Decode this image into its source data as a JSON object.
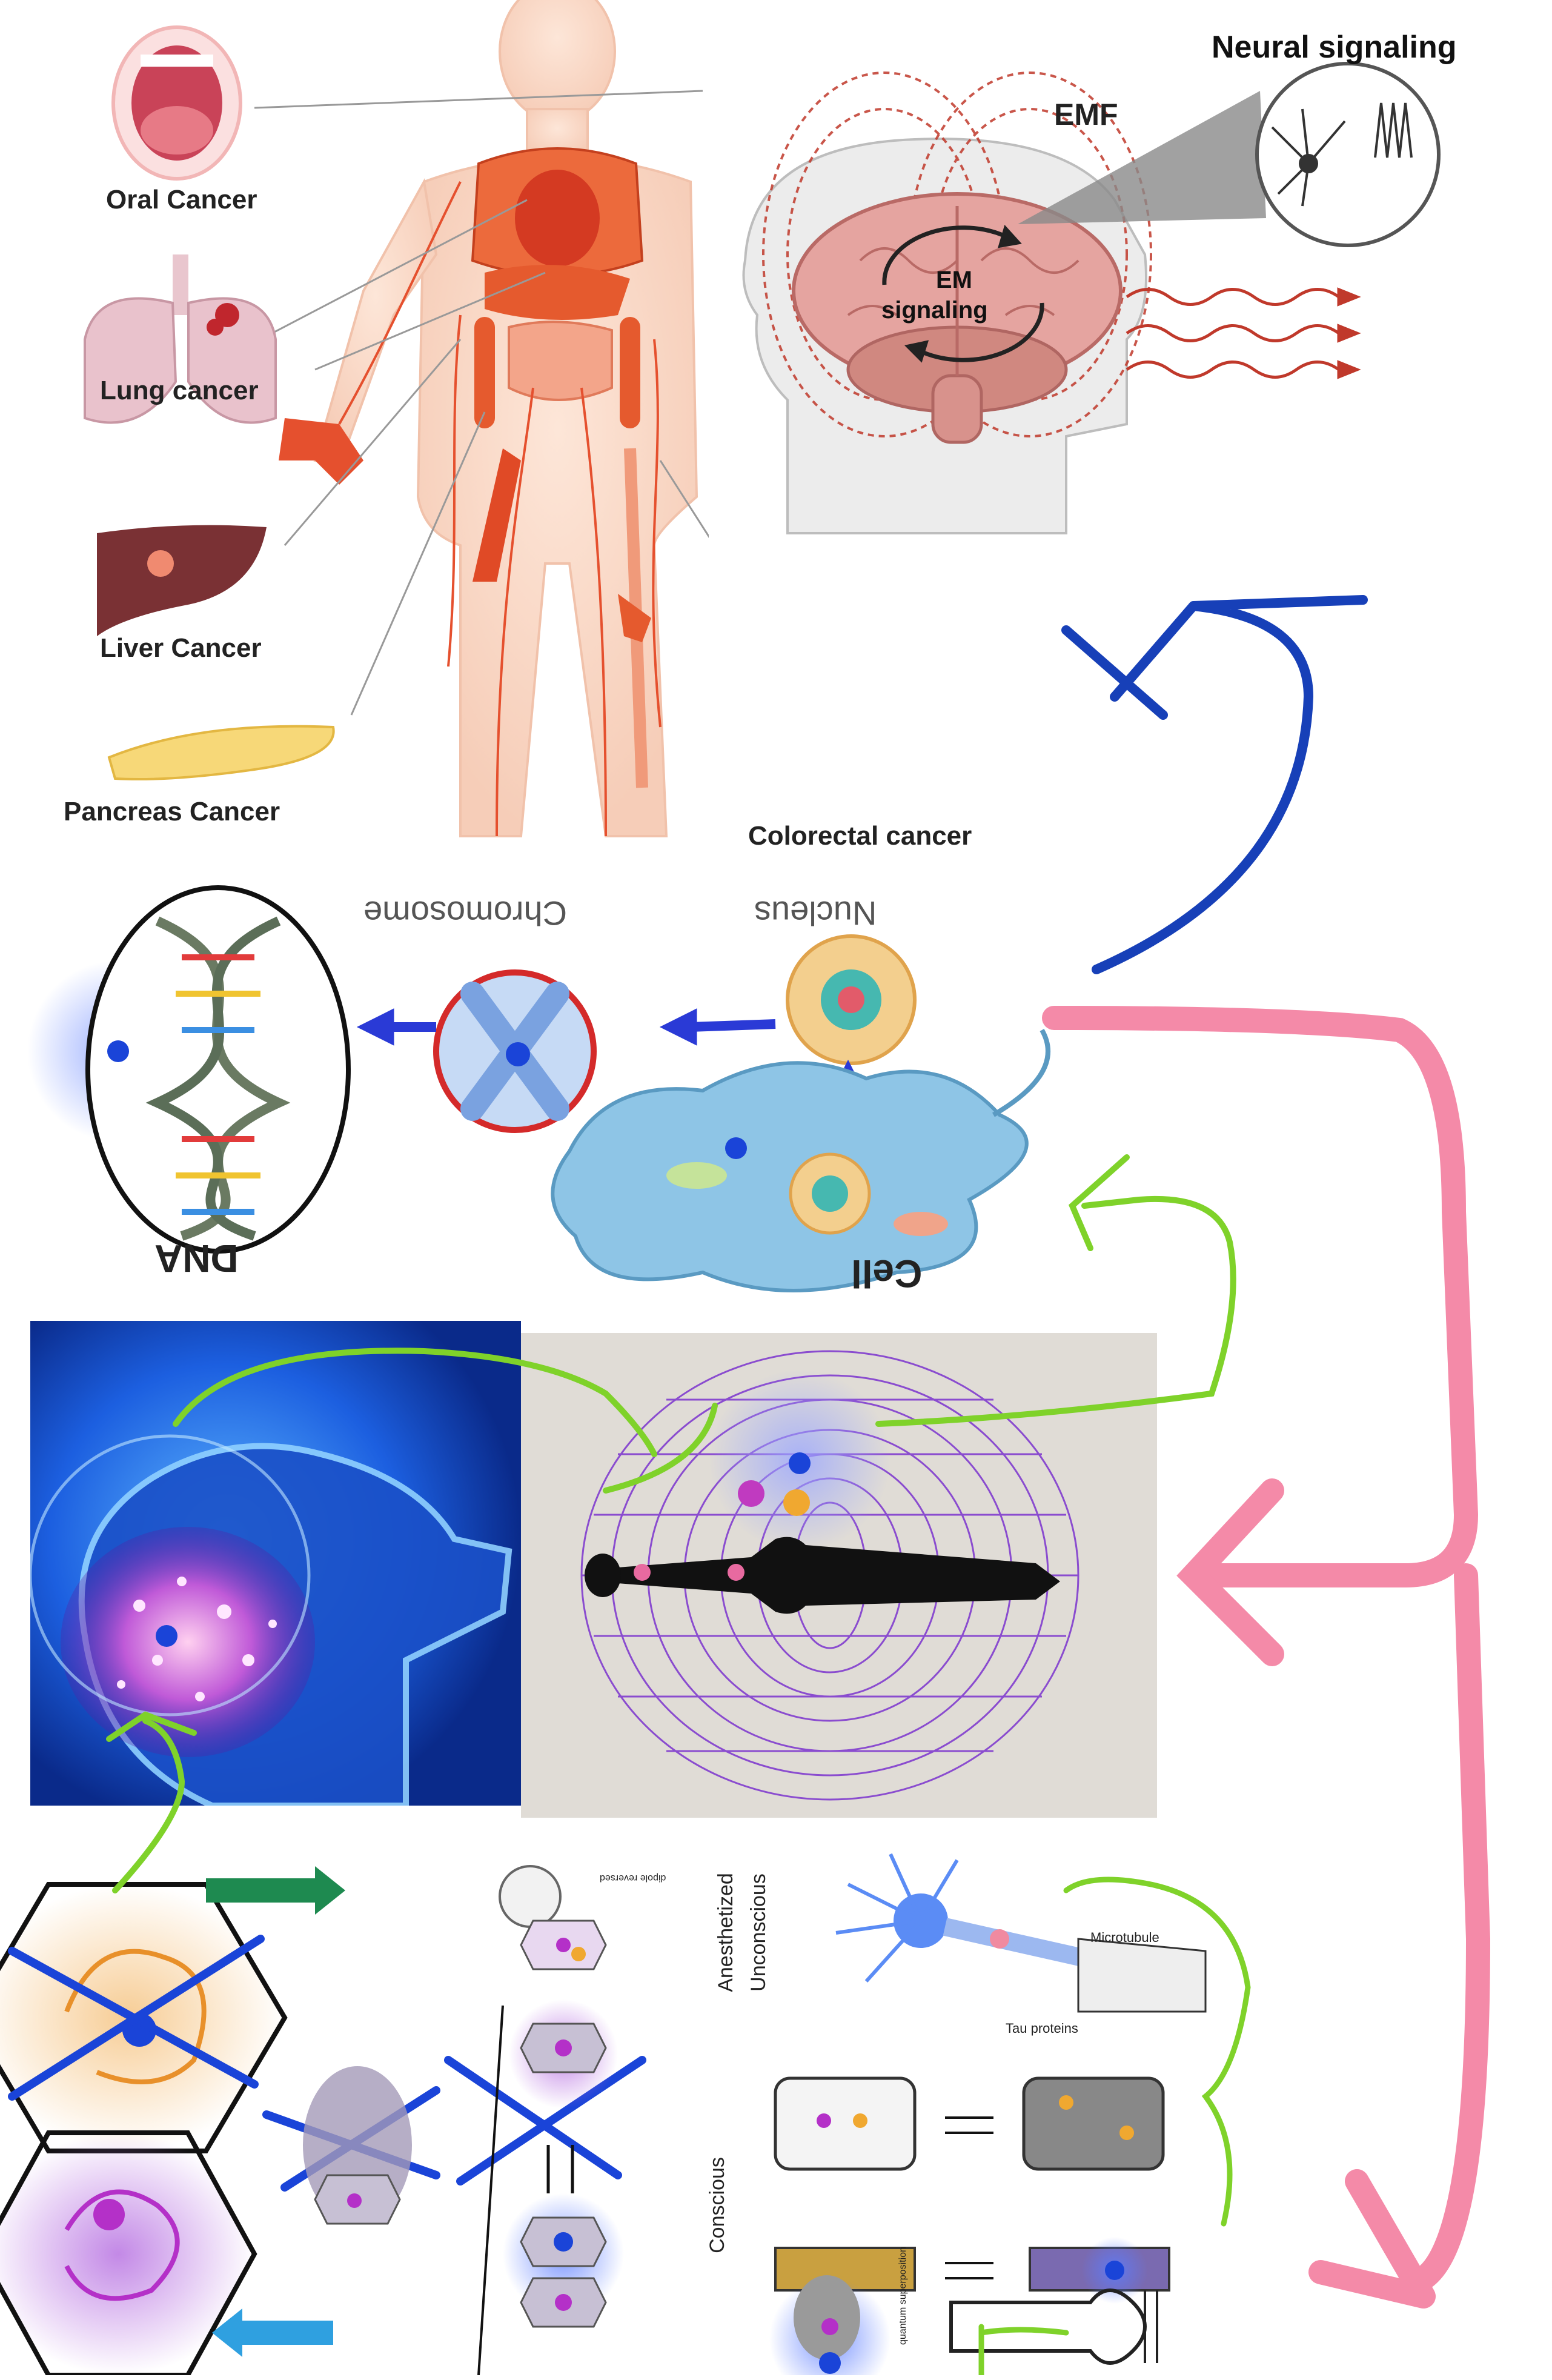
{
  "anatomy": {
    "oral": "Oral Cancer",
    "lung": "Lung cancer",
    "liver": "Liver Cancer",
    "pancreas": "Pancreas Cancer",
    "colorectal": "Colorectal cancer"
  },
  "brain": {
    "neural": "Neural signaling",
    "emf": "EMF",
    "em_line1": "EM",
    "em_line2": "signaling"
  },
  "cell": {
    "dna": "DNA",
    "chromosome": "Chromosome",
    "nucleus": "Nucleus",
    "cell": "Cell"
  },
  "quantum": {
    "anesthetized": "Anesthetized",
    "unconscious": "Unconscious",
    "conscious": "Conscious",
    "microtubule": "Microtubule",
    "tau": "Tau proteins",
    "superposition": "quantum superposition",
    "dipole": "dipole reversed"
  },
  "colors": {
    "pink_arrow": "#f48aa8",
    "blue_arrow": "#1740b8",
    "green_line": "#7fd22a",
    "dot_blue": "#1a44d8",
    "organ_red": "#e5502e"
  }
}
